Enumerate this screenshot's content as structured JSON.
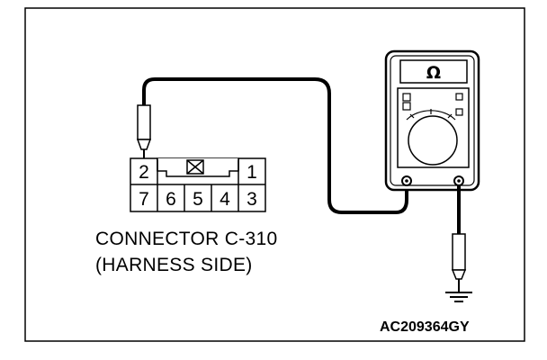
{
  "connector": {
    "title": "CONNECTOR C-310",
    "subtitle": "(HARNESS SIDE)",
    "pins_top": [
      "2",
      "1"
    ],
    "pins_bottom": [
      "7",
      "6",
      "5",
      "4",
      "3"
    ]
  },
  "meter": {
    "mode_symbol": "Ω"
  },
  "figure": {
    "code": "AC209364GY"
  }
}
